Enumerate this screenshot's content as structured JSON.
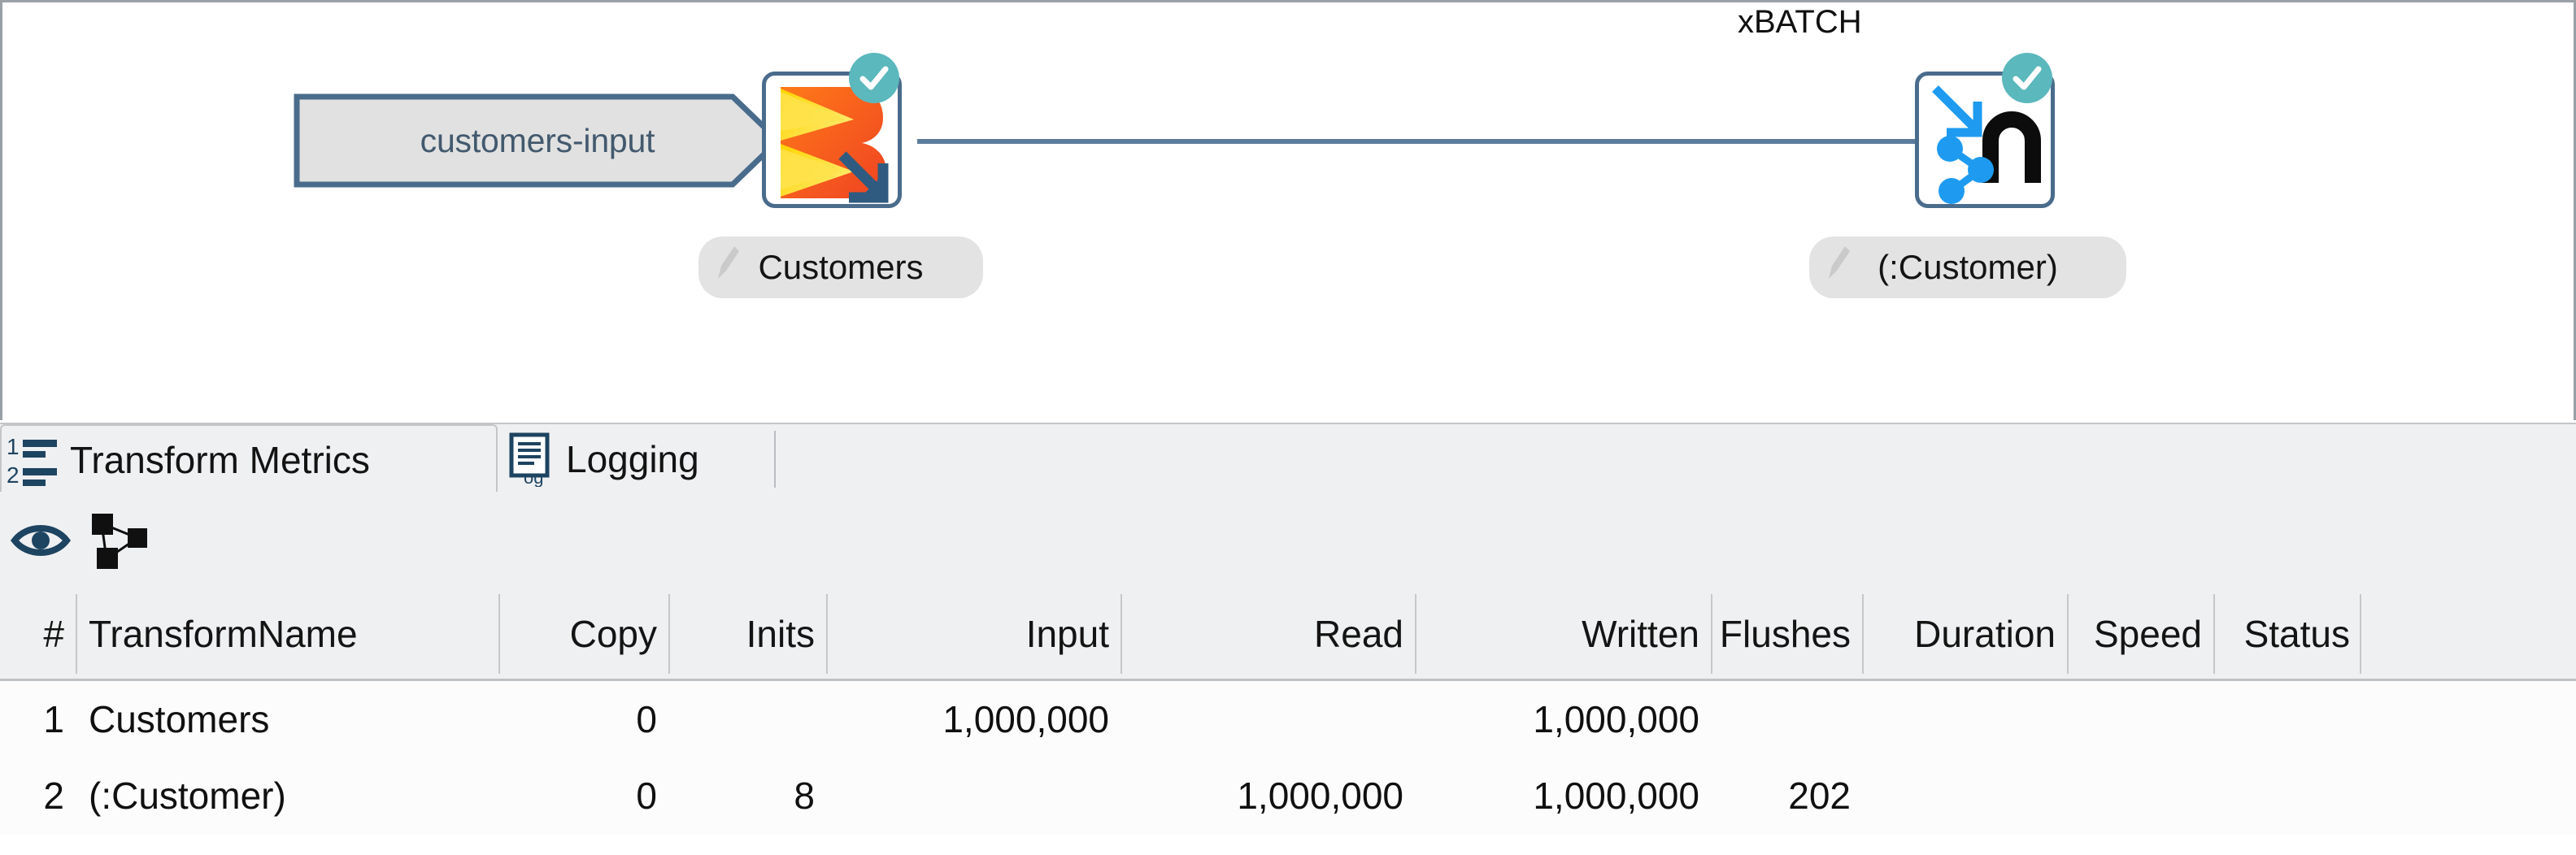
{
  "canvas": {
    "input_source": {
      "label": "customers-input",
      "shape": "arrow-chevron"
    },
    "nodes": [
      {
        "id": "customers",
        "title": "",
        "label": "Customers",
        "icon": "beam-transform-icon",
        "status_badge": "check-circle-icon"
      },
      {
        "id": "customer-output",
        "title": "xBATCH",
        "label": "(:Customer)",
        "icon": "neo4j-graph-output-icon",
        "status_badge": "check-circle-icon"
      }
    ],
    "hop": {
      "arrow": "hop-arrow-icon"
    },
    "colors": {
      "hop_line": "#5b7c9d",
      "node_border": "#4a6c8c",
      "badge": "#5bb8bd",
      "input_fill": "#e1e1e1",
      "pill_fill": "#e3e3e3"
    }
  },
  "tabs": [
    {
      "label": "Transform Metrics",
      "icon": "numbered-list-icon",
      "selected": true
    },
    {
      "label": "Logging",
      "icon": "log-document-icon",
      "selected": false
    }
  ],
  "toolbar": {
    "buttons": [
      {
        "icon": "eye-icon",
        "name": "show-preview"
      },
      {
        "icon": "graph-nodes-icon",
        "name": "show-graph"
      }
    ]
  },
  "table": {
    "columns": [
      {
        "key": "num",
        "label": "#",
        "align": "right"
      },
      {
        "key": "name",
        "label": "TransformName",
        "align": "left"
      },
      {
        "key": "copy",
        "label": "Copy",
        "align": "right"
      },
      {
        "key": "inits",
        "label": "Inits",
        "align": "right"
      },
      {
        "key": "input",
        "label": "Input",
        "align": "right"
      },
      {
        "key": "read",
        "label": "Read",
        "align": "right"
      },
      {
        "key": "written",
        "label": "Written",
        "align": "right"
      },
      {
        "key": "flushes",
        "label": "Flushes",
        "align": "right"
      },
      {
        "key": "duration",
        "label": "Duration",
        "align": "right"
      },
      {
        "key": "speed",
        "label": "Speed",
        "align": "right"
      },
      {
        "key": "status",
        "label": "Status",
        "align": "right"
      }
    ],
    "rows": [
      {
        "num": "1",
        "name": "Customers",
        "copy": "0",
        "inits": "",
        "input": "1,000,000",
        "read": "",
        "written": "1,000,000",
        "flushes": "",
        "duration": "",
        "speed": "",
        "status": ""
      },
      {
        "num": "2",
        "name": "(:Customer)",
        "copy": "0",
        "inits": "8",
        "input": "",
        "read": "1,000,000",
        "written": "1,000,000",
        "flushes": "202",
        "duration": "",
        "speed": "",
        "status": ""
      }
    ]
  }
}
